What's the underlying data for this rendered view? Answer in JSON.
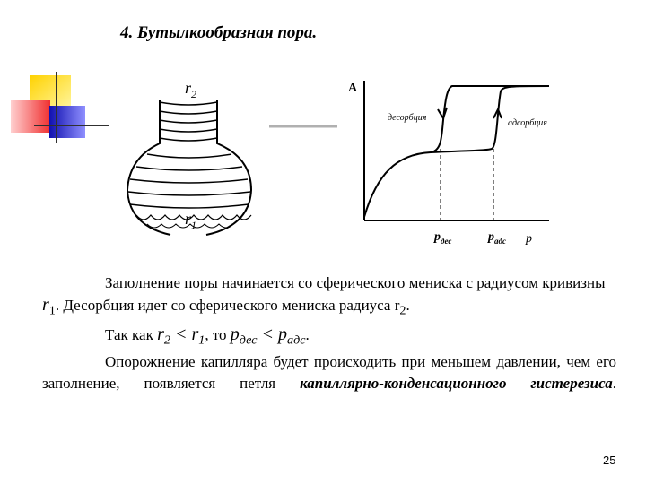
{
  "title": "4. Бутылкообразная пора.",
  "pore": {
    "label_top": "r",
    "label_top_sub": "2",
    "label_bottom": "r",
    "label_bottom_sub": "1"
  },
  "graph": {
    "y_axis_label": "A",
    "x_axis_label": "p",
    "desorption_label": "десорбция",
    "adsorption_label": "адсорбция",
    "tick1_main": "p",
    "tick1_sub": "дес",
    "tick2_main": "p",
    "tick2_sub": "адс"
  },
  "text": {
    "p1_a": "Заполнение поры начинается со сферического мениска с радиусом кривизны ",
    "p1_r": "r",
    "p1_r_sub": "1",
    "p1_b": ". Десорбция идет со сферического мениска радиуса ",
    "p1_r2": "r",
    "p1_r2_sub": "2",
    "p1_end": ".",
    "p2_a": "Так как ",
    "p2_r2": "r",
    "p2_r2_sub": "2",
    "p2_lt": " < ",
    "p2_r1": "r",
    "p2_r1_sub": "1",
    "p2_b": ", то ",
    "p2_p1": "p",
    "p2_p1_sub": "дес",
    "p2_lt2": " < ",
    "p2_p2": "p",
    "p2_p2_sub": "адс",
    "p2_end": ".",
    "p3_a": "Опорожнение капилляра будет происходить при меньшем давлении, чем его заполнение, появляется петля ",
    "p3_b": "капиллярно-конденсационного гистерезиса",
    "p3_end": "."
  },
  "page_number": "25",
  "colors": {
    "yellow": "#f8e020",
    "red": "#f06060",
    "blue": "#2020c8",
    "gray": "#b0b0b0"
  }
}
